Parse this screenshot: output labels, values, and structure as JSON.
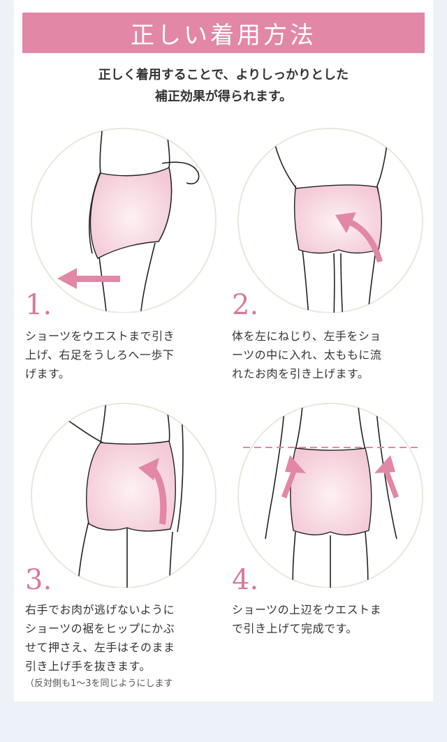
{
  "header": {
    "title": "正しい着用方法"
  },
  "intro": {
    "line1": "正しく着用することで、よりしっかりとした",
    "line2": "補正効果が得られます。"
  },
  "steps": [
    {
      "number": "1.",
      "text": "ショーツをウエストまで引き\n上げ、右足をうしろへ一歩下\nげます。"
    },
    {
      "number": "2.",
      "text": "体を左にねじり、左手をショ\nーツの中に入れ、太ももに流\nれたお肉を引き上げます。"
    },
    {
      "number": "3.",
      "text": "右手でお肉が逃げないように\nショーツの裾をヒップにかぶ\nせて押さえ、左手はそのまま\n引き上げ手を抜きます。",
      "note": "（反対側も1〜3を同じようにします"
    },
    {
      "number": "4.",
      "text": "ショーツの上辺をウエストま\nで引き上げて完成です。"
    }
  ],
  "colors": {
    "accent": "#e287a6",
    "number": "#d8799a",
    "garment": "#f9dfe7",
    "background": "#edf2f9"
  }
}
